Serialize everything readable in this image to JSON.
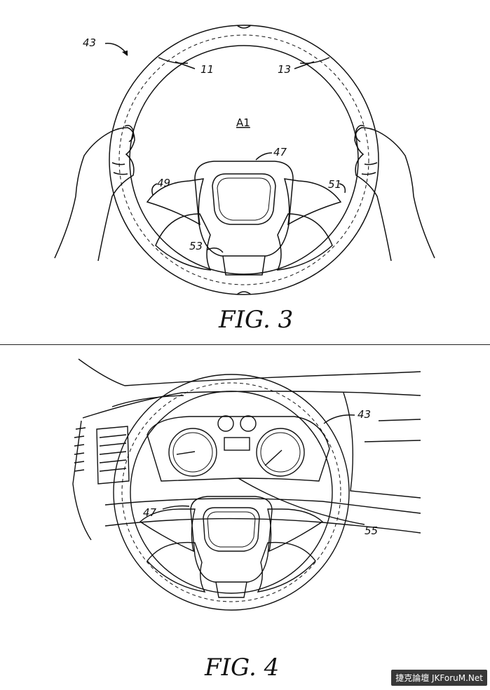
{
  "figures": [
    {
      "title": "FIG. 3",
      "labels": {
        "wheel": "43",
        "seam_left": "11",
        "seam_right": "13",
        "area": "A1",
        "hub": "47",
        "spoke_left": "49",
        "spoke_right": "51",
        "lower_spoke": "53"
      }
    },
    {
      "title": "FIG. 4",
      "labels": {
        "wheel": "43",
        "hub": "47",
        "dash": "55"
      }
    }
  ],
  "watermark": "捷克論壇 JKForuM.Net"
}
